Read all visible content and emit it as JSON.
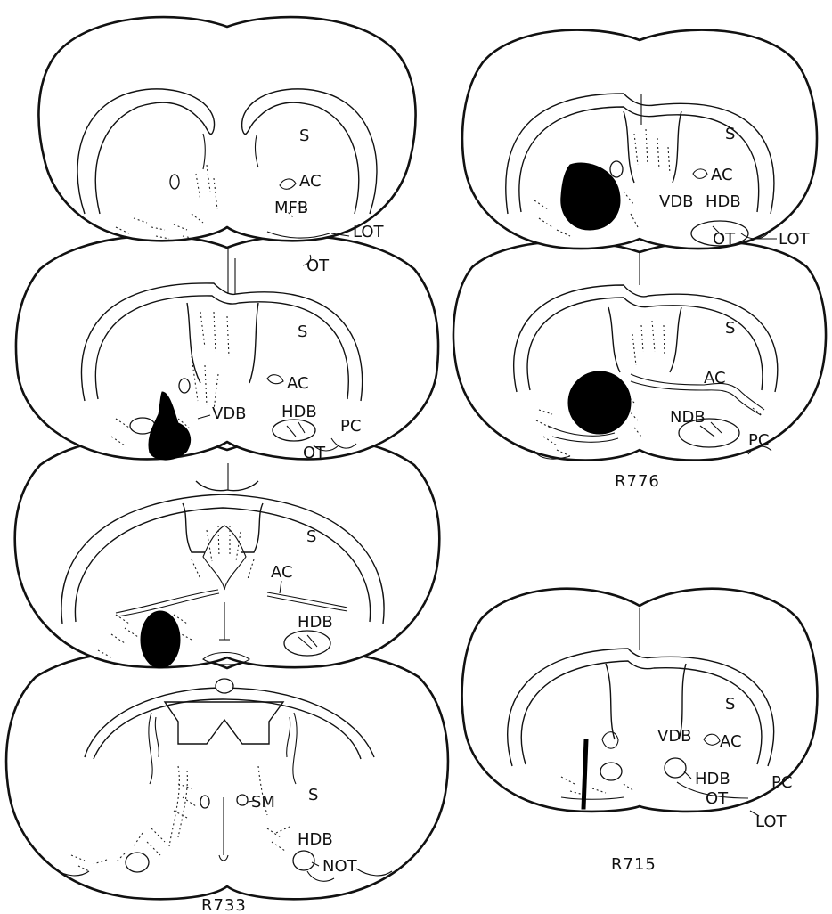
{
  "labels": {
    "s": "S",
    "ac": "AC",
    "mfb": "MFB",
    "lot": "LOT",
    "ot": "OT",
    "vdb": "VDB",
    "hdb": "HDB",
    "pc": "PC",
    "ndb": "NDB",
    "sm": "SM",
    "not": "NOT"
  },
  "captions": {
    "left": "R733",
    "top_right": "R776",
    "bottom_right": "R715"
  },
  "colors": {
    "line": "#111111",
    "lesion": "#000000",
    "background": "#ffffff"
  }
}
